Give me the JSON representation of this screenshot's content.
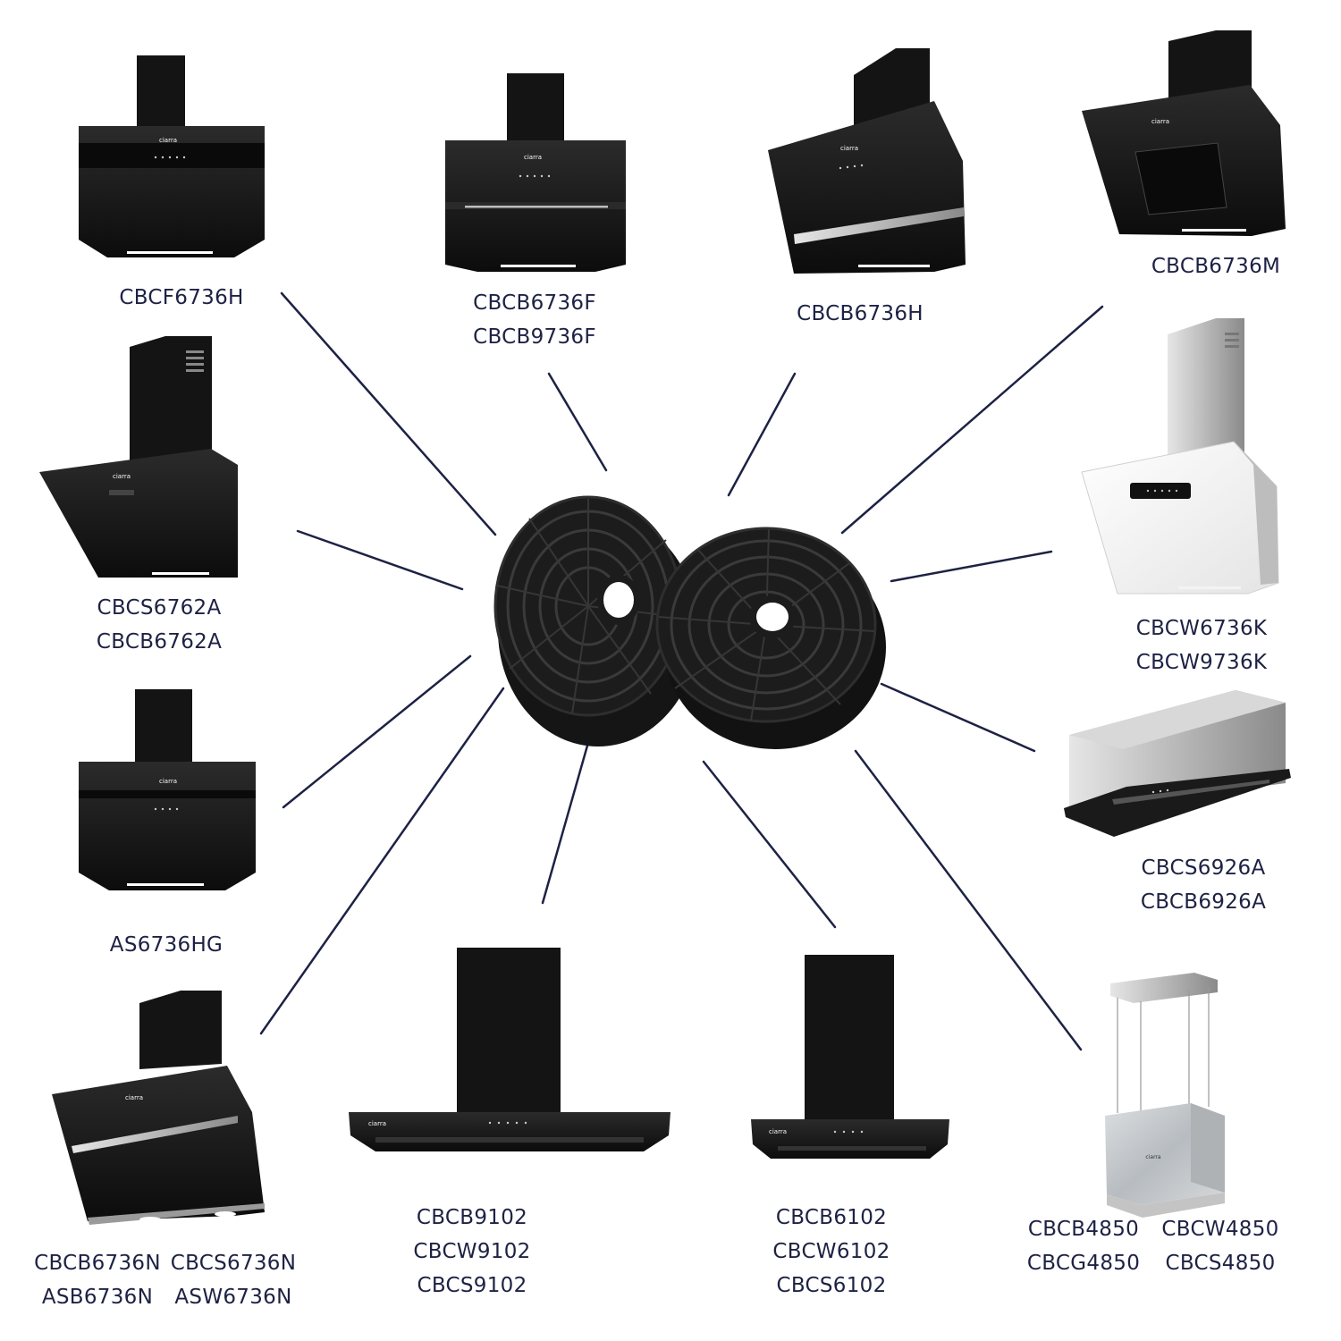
{
  "brand": {
    "name": "ciarra"
  },
  "products": {
    "cbcf6736h": {
      "models": [
        "CBCF6736H"
      ]
    },
    "cbcb6736f": {
      "models": [
        "CBCB6736F",
        "CBCB9736F"
      ]
    },
    "cbcb6736h": {
      "models": [
        "CBCB6736H"
      ]
    },
    "cbcb6736m": {
      "models": [
        "CBCB6736M"
      ]
    },
    "cbcs6762a": {
      "models": [
        "CBCS6762A",
        "CBCB6762A"
      ]
    },
    "cbcw6736k": {
      "models": [
        "CBCW6736K",
        "CBCW9736K"
      ]
    },
    "as6736hg": {
      "models": [
        "AS6736HG"
      ]
    },
    "cbcs6926a": {
      "models": [
        "CBCS6926A",
        "CBCB6926A"
      ]
    },
    "cbcb6736n": {
      "models": [
        "CBCB6736N",
        "ASB6736N"
      ],
      "models_right": [
        "CBCS6736N",
        "ASW6736N"
      ]
    },
    "cbcb9102": {
      "models": [
        "CBCB9102",
        "CBCW9102",
        "CBCS9102"
      ]
    },
    "cbcb6102": {
      "models": [
        "CBCB6102",
        "CBCW6102",
        "CBCS6102"
      ]
    },
    "cbcb4850": {
      "models": [
        "CBCB4850",
        "CBCG4850"
      ],
      "models_right": [
        "CBCW4850",
        "CBCS4850"
      ]
    }
  },
  "colors": {
    "label": "#1d2244",
    "connector_line": "#1d2244",
    "hood_black": "#141414",
    "filter_black": "#1c1c1c",
    "steel": "#c8c8c8"
  },
  "center_item": {
    "icon": "carbon-filter-pair-icon"
  }
}
